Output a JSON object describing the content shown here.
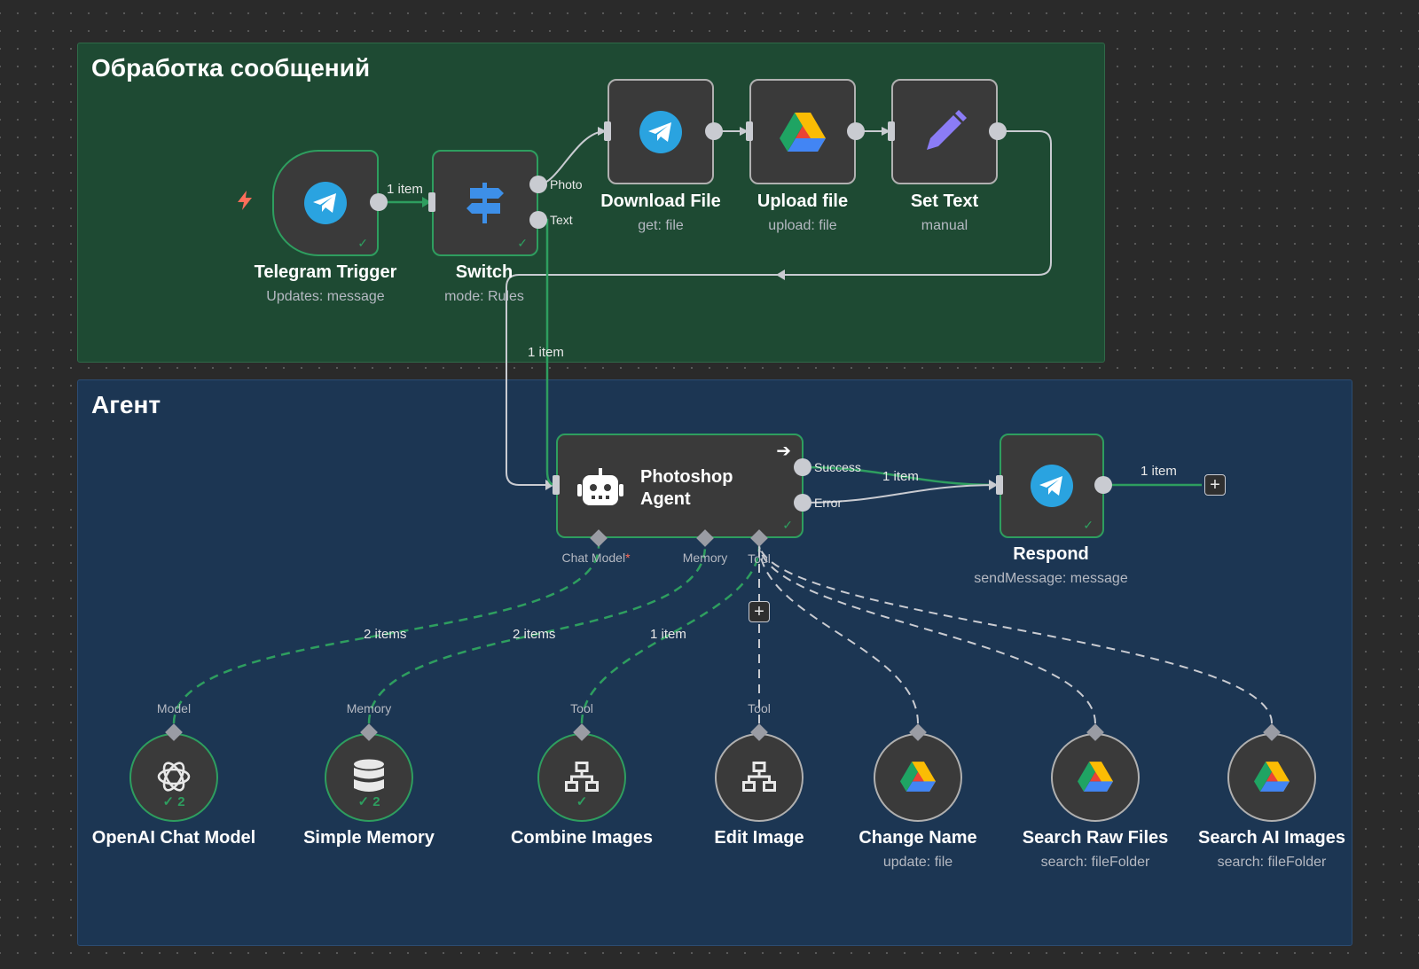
{
  "groups": {
    "processing": {
      "title": "Обработка сообщений"
    },
    "agent": {
      "title": "Агент"
    }
  },
  "nodes": {
    "telegram_trigger": {
      "name": "Telegram Trigger",
      "subtitle": "Updates: message",
      "icon": "telegram-icon",
      "status": "success"
    },
    "switch": {
      "name": "Switch",
      "subtitle": "mode: Rules",
      "icon": "signpost-icon",
      "status": "success",
      "outputs": [
        "Photo",
        "Text"
      ]
    },
    "download_file": {
      "name": "Download File",
      "subtitle": "get: file",
      "icon": "telegram-icon"
    },
    "upload_file": {
      "name": "Upload file",
      "subtitle": "upload: file",
      "icon": "google-drive-icon"
    },
    "set_text": {
      "name": "Set Text",
      "subtitle": "manual",
      "icon": "pencil-icon"
    },
    "photoshop_agent": {
      "name": "Photoshop Agent",
      "icon": "robot-icon",
      "status": "success",
      "outputs": [
        "Success",
        "Error"
      ],
      "sub_ports": [
        "Chat Model",
        "Memory",
        "Tool"
      ],
      "required_mark": "*"
    },
    "respond": {
      "name": "Respond",
      "subtitle": "sendMessage: message",
      "icon": "telegram-icon",
      "status": "success"
    },
    "openai_chat_model": {
      "name": "OpenAI Chat Model",
      "port_label": "Model",
      "icon": "openai-icon",
      "run_count": "2"
    },
    "simple_memory": {
      "name": "Simple Memory",
      "port_label": "Memory",
      "icon": "database-icon",
      "run_count": "2"
    },
    "combine_images": {
      "name": "Combine Images",
      "port_label": "Tool",
      "icon": "workflow-icon",
      "status": "success"
    },
    "edit_image": {
      "name": "Edit Image",
      "port_label": "Tool",
      "icon": "workflow-icon"
    },
    "change_name": {
      "name": "Change Name",
      "subtitle": "update: file",
      "icon": "google-drive-icon"
    },
    "search_raw_files": {
      "name": "Search Raw Files",
      "subtitle": "search: fileFolder",
      "icon": "google-drive-icon"
    },
    "search_ai_images": {
      "name": "Search AI Images",
      "subtitle": "search: fileFolder",
      "icon": "google-drive-icon"
    }
  },
  "connections": {
    "trigger_to_switch": "1 item",
    "switch_text_to_agent": "1 item",
    "agent_success_to_respond": "1 item",
    "respond_output": "1 item",
    "model_to_agent": "2 items",
    "memory_to_agent": "2 items",
    "combine_to_agent": "1 item"
  },
  "colors": {
    "canvas": "#2a2a2a",
    "group_green": "#1e4a33",
    "group_blue": "#1c3653",
    "node_bg": "#3a3a3a",
    "success": "#2e9e5f",
    "telegram": "#2aa3e0",
    "pencil": "#8b7cf6",
    "trigger_bolt": "#ff6d5a",
    "edge": "#c9cbd1"
  }
}
